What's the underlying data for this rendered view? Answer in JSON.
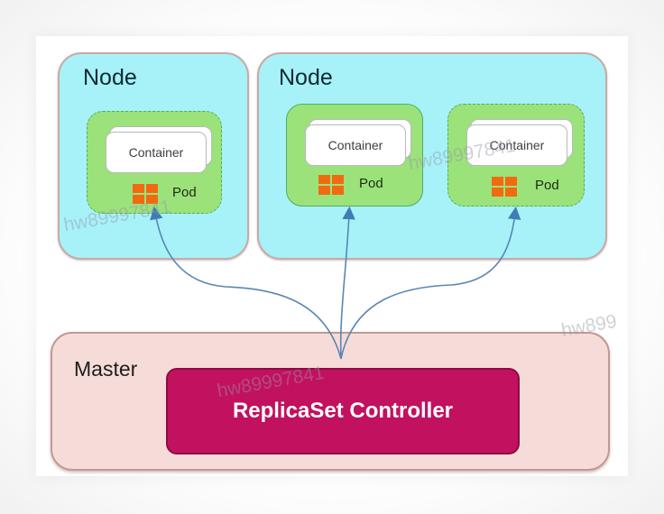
{
  "diagram": {
    "nodes": [
      {
        "label": "Node",
        "pods": [
          {
            "container_label": "Container",
            "pod_label": "Pod",
            "border": "dashed"
          }
        ]
      },
      {
        "label": "Node",
        "pods": [
          {
            "container_label": "Container",
            "pod_label": "Pod",
            "border": "solid"
          },
          {
            "container_label": "Container",
            "pod_label": "Pod",
            "border": "dashed"
          }
        ]
      }
    ],
    "master": {
      "label": "Master",
      "controller_label": "ReplicaSet Controller"
    },
    "edges": [
      {
        "from": "ReplicaSet Controller",
        "to": "Node 1 / Pod 1"
      },
      {
        "from": "ReplicaSet Controller",
        "to": "Node 2 / Pod 1"
      },
      {
        "from": "ReplicaSet Controller",
        "to": "Node 2 / Pod 2"
      }
    ],
    "colors": {
      "node_fill": "#a6f2f8",
      "pod_fill": "#9be27a",
      "pod_icon": "#f26a10",
      "master_fill": "#f6dcd8",
      "controller_fill": "#c2115e",
      "arrow": "#4a7fb0"
    }
  },
  "watermarks": [
    "hw89997841",
    "hw89997841",
    "hw89997841",
    "hw899"
  ]
}
